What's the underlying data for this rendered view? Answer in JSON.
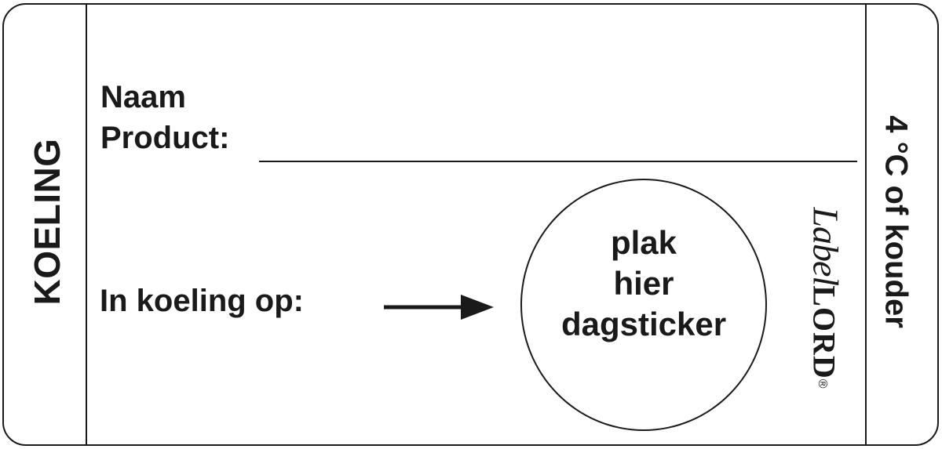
{
  "left_panel": {
    "text": "KOELING"
  },
  "right_panel": {
    "text": "4 °C of kouder"
  },
  "product_field": {
    "label_line1": "Naam",
    "label_line2": "Product:"
  },
  "cooling_field": {
    "label": "In koeling op:"
  },
  "sticker_circle": {
    "line1": "plak",
    "line2": "hier",
    "line3": "dagsticker"
  },
  "brand": {
    "script": "Label",
    "word": "LORD",
    "registered": "®"
  }
}
